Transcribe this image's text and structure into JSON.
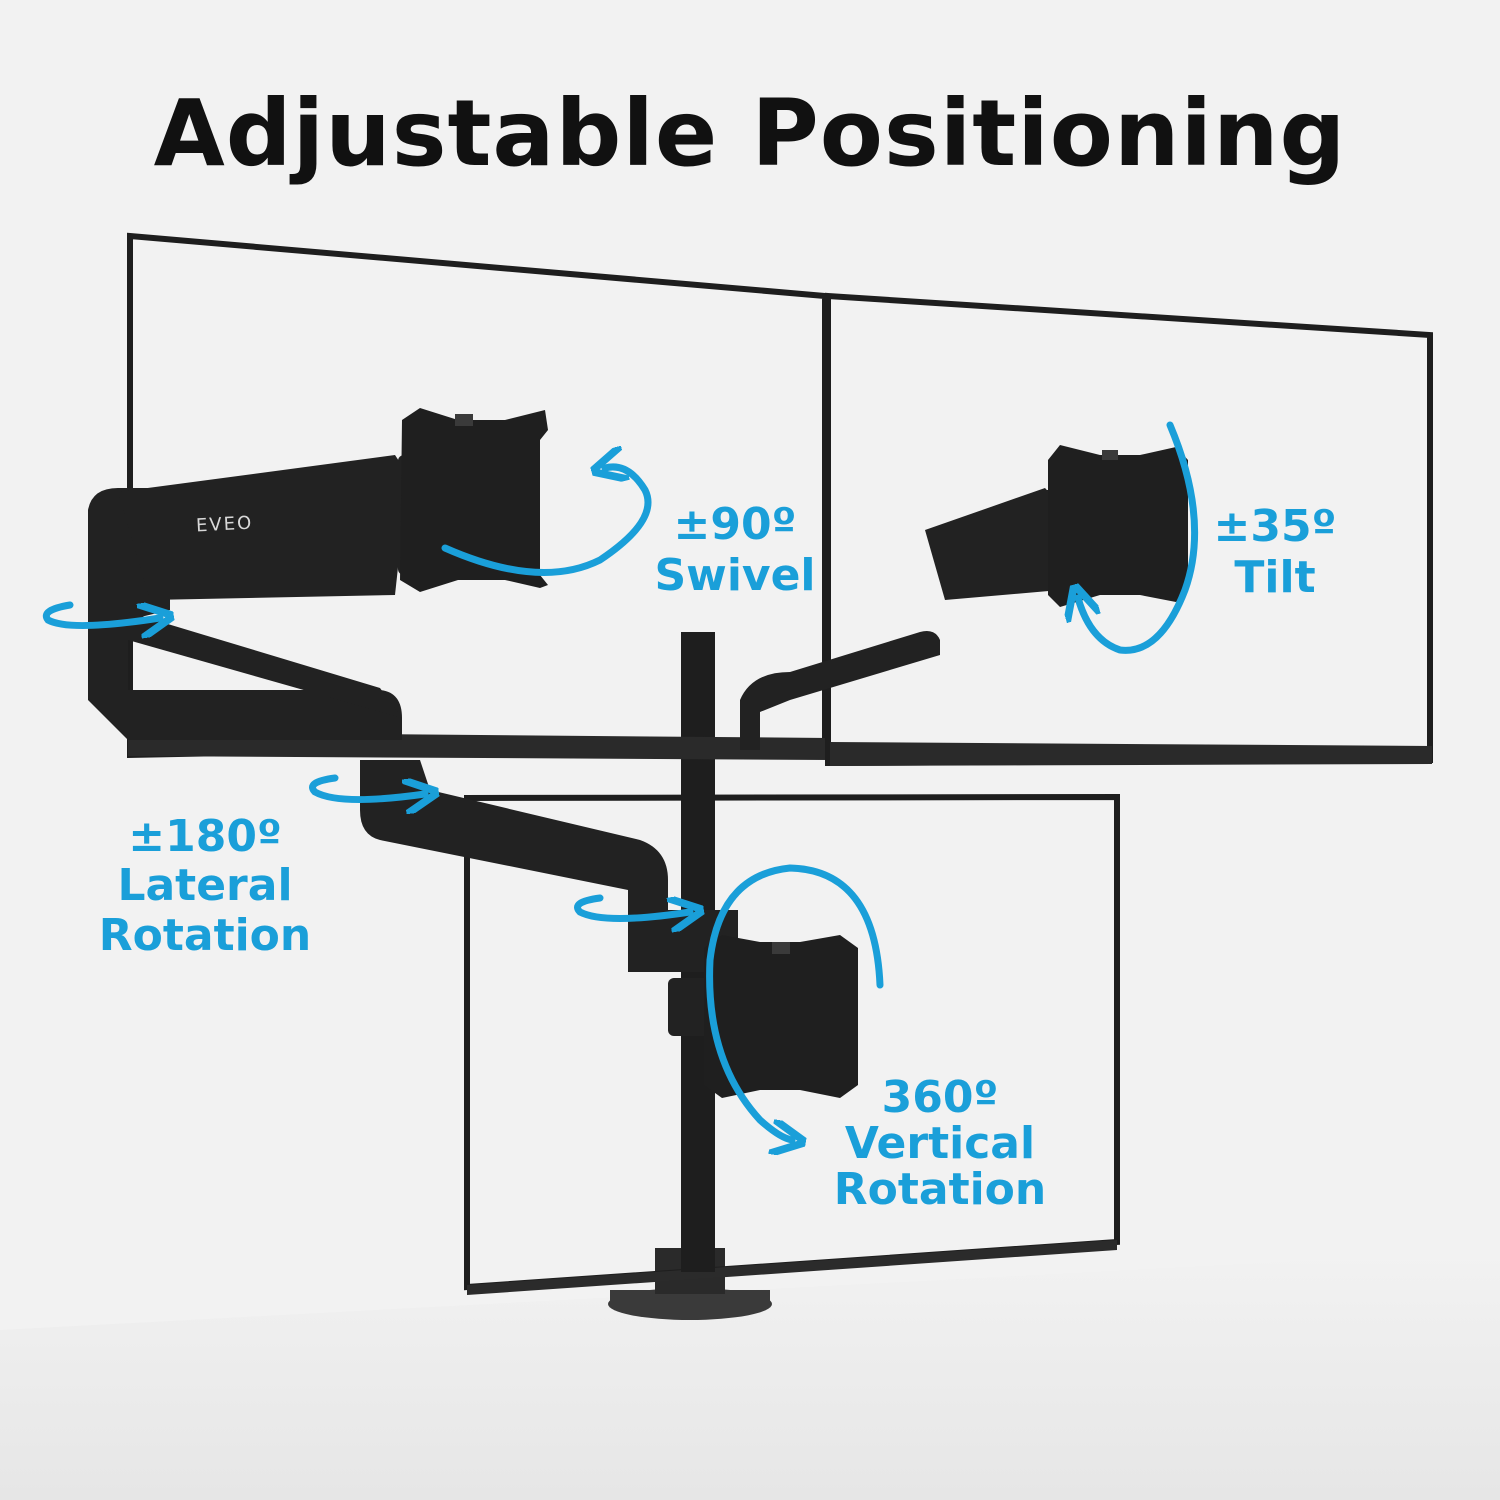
{
  "headline": "Adjustable Positioning",
  "brand": "EVEO",
  "labels": {
    "swivel": {
      "value": "±90º",
      "name": "Swivel"
    },
    "tilt": {
      "value": "±35º",
      "name": "Tilt"
    },
    "lateral": {
      "value": "±180º",
      "line1": "Lateral",
      "line2": "Rotation"
    },
    "vertical": {
      "value": "360º",
      "line1": "Vertical",
      "line2": "Rotation"
    }
  },
  "colors": {
    "accent": "#1a9fd9",
    "background": "#f2f2f2",
    "mount": "#1e1e1e",
    "headline": "#111111"
  },
  "icons": [
    "swivel-arrow-icon",
    "tilt-arrow-icon",
    "lateral-rotation-arrow-icon",
    "vertical-rotation-arrow-icon"
  ]
}
